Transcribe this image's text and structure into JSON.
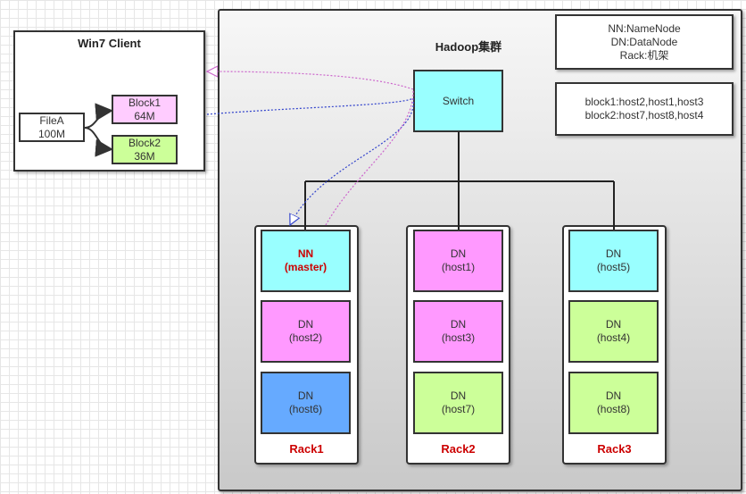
{
  "client": {
    "title": "Win7 Client",
    "file": {
      "name": "FileA",
      "size": "100M"
    },
    "blocks": [
      {
        "name": "Block1",
        "size": "64M",
        "color": "#ffccff"
      },
      {
        "name": "Block2",
        "size": "36M",
        "color": "#ccff99"
      }
    ]
  },
  "cluster": {
    "title": "Hadoop集群",
    "switch_label": "Switch",
    "switch_color": "#99ffff"
  },
  "legend": {
    "abbreviations": [
      "NN:NameNode",
      "DN:DataNode",
      "Rack:机架"
    ],
    "placements": [
      "block1:host2,host1,host3",
      "block2:host7,host8,host4"
    ]
  },
  "racks": [
    {
      "label": "Rack1",
      "nodes": [
        {
          "role": "NN",
          "host": "(master)",
          "color": "#99ffff"
        },
        {
          "role": "DN",
          "host": "(host2)",
          "color": "#ff99ff"
        },
        {
          "role": "DN",
          "host": "(host6)",
          "color": "#66aaff"
        }
      ]
    },
    {
      "label": "Rack2",
      "nodes": [
        {
          "role": "DN",
          "host": "(host1)",
          "color": "#ff99ff"
        },
        {
          "role": "DN",
          "host": "(host3)",
          "color": "#ff99ff"
        },
        {
          "role": "DN",
          "host": "(host7)",
          "color": "#ccff99"
        }
      ]
    },
    {
      "label": "Rack3",
      "nodes": [
        {
          "role": "DN",
          "host": "(host5)",
          "color": "#99ffff"
        },
        {
          "role": "DN",
          "host": "(host4)",
          "color": "#ccff99"
        },
        {
          "role": "DN",
          "host": "(host8)",
          "color": "#ccff99"
        }
      ]
    }
  ]
}
